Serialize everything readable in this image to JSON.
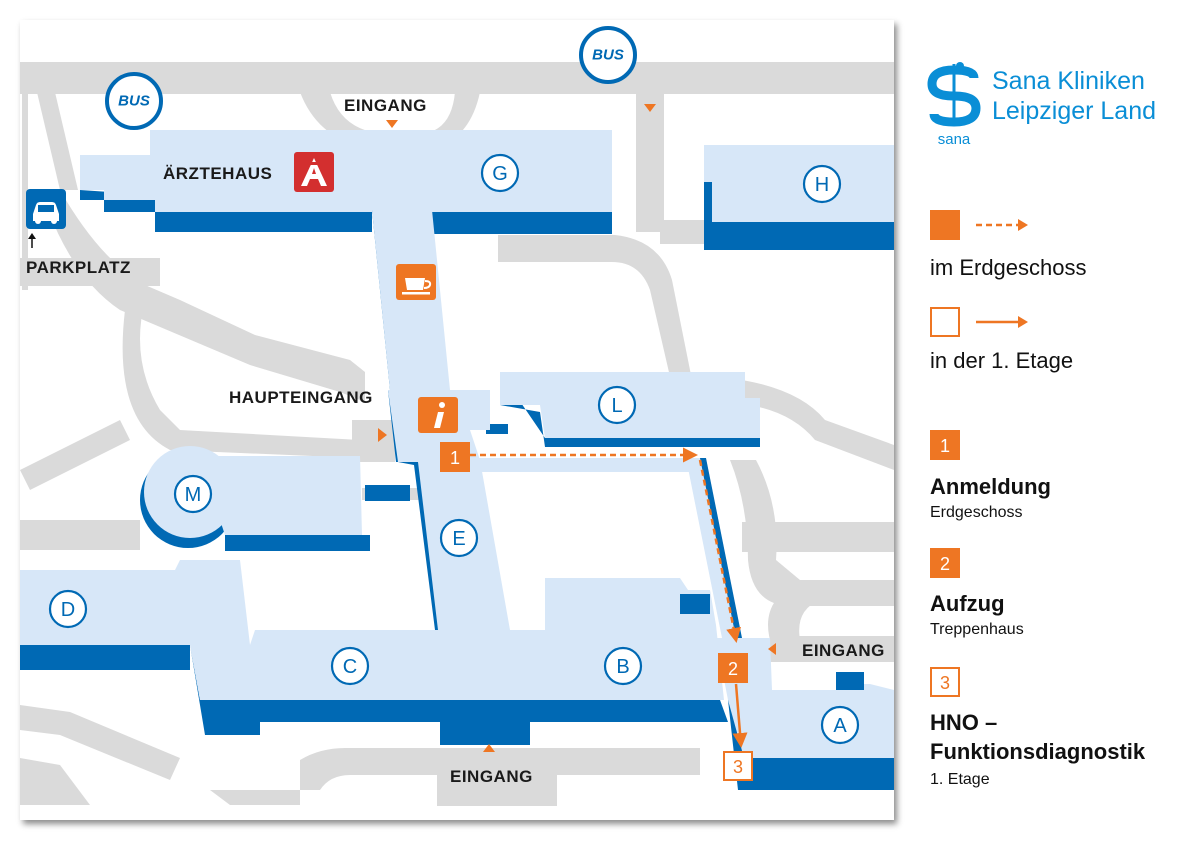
{
  "brand": {
    "line1": "Sana Kliniken",
    "line2": "Leipziger Land",
    "logo_text": "sana",
    "logo_icon": "caduceus-s-logo-icon"
  },
  "colors": {
    "accent_orange": "#ee7623",
    "building_blue": "#0069b4",
    "building_light": "#d7e7f8",
    "road_grey": "#dadada",
    "brand_blue": "#0a8ed6",
    "pharmacy_red": "#d32f2f"
  },
  "map": {
    "labels": {
      "eingang_top": "EINGANG",
      "aerztehaus": "ÄRZTEHAUS",
      "parkplatz": "PARKPLATZ",
      "haupteingang": "HAUPTEINGANG",
      "eingang_right": "EINGANG",
      "eingang_bottom": "EINGANG"
    },
    "bus": [
      "BUS",
      "BUS"
    ],
    "buildings": [
      "G",
      "H",
      "L",
      "M",
      "E",
      "D",
      "C",
      "B",
      "A"
    ],
    "steps": [
      "1",
      "2",
      "3"
    ],
    "icons": {
      "parking": "car-icon",
      "pharmacy": "pharmacy-icon",
      "cafe": "coffee-cup-icon",
      "info": "information-icon"
    }
  },
  "legend": {
    "ground_floor": "im Erdgeschoss",
    "first_floor": "in der 1. Etage",
    "items": [
      {
        "num": "1",
        "title": "Anmeldung",
        "subtitle": "Erdgeschoss",
        "floor": "ground"
      },
      {
        "num": "2",
        "title": "Aufzug",
        "subtitle": "Treppenhaus",
        "floor": "ground"
      },
      {
        "num": "3",
        "title_line1": "HNO –",
        "title_line2": "Funktionsdiagnostik",
        "subtitle": "1. Etage",
        "floor": "first"
      }
    ]
  }
}
